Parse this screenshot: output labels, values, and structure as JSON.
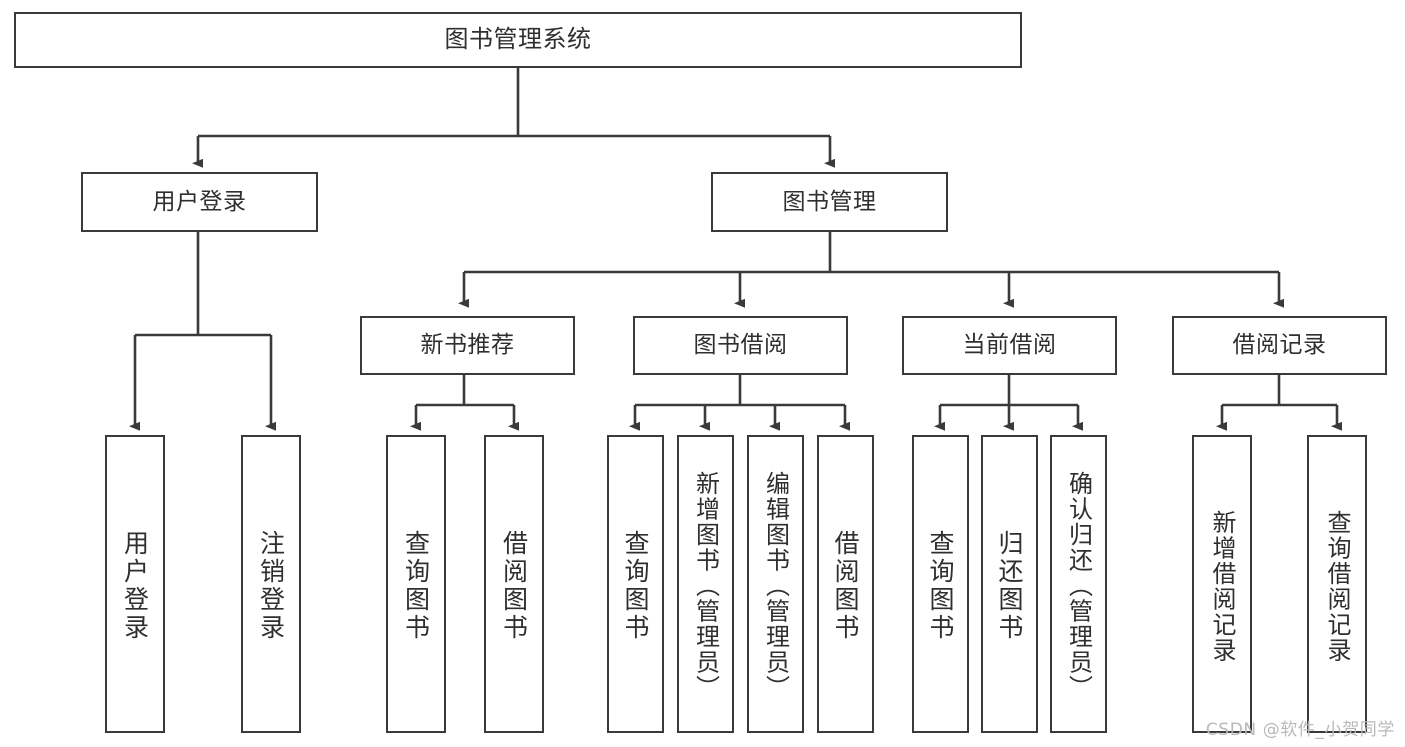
{
  "diagram": {
    "title": "图书管理系统",
    "root": {
      "label": "图书管理系统"
    },
    "level1": [
      {
        "label": "用户登录"
      },
      {
        "label": "图书管理"
      }
    ],
    "level2": [
      {
        "label": "新书推荐"
      },
      {
        "label": "图书借阅"
      },
      {
        "label": "当前借阅"
      },
      {
        "label": "借阅记录"
      }
    ],
    "leaves": {
      "user_login": [
        {
          "label": "用户登录"
        },
        {
          "label": "注销登录"
        }
      ],
      "new_book": [
        {
          "label": "查询图书"
        },
        {
          "label": "借阅图书"
        }
      ],
      "book_borrow": [
        {
          "label": "查询图书"
        },
        {
          "label": "新增图书（管理员）"
        },
        {
          "label": "编辑图书（管理员）"
        },
        {
          "label": "借阅图书"
        }
      ],
      "current_borrow": [
        {
          "label": "查询图书"
        },
        {
          "label": "归还图书"
        },
        {
          "label": "确认归还（管理员）"
        }
      ],
      "borrow_record": [
        {
          "label": "新增借阅记录"
        },
        {
          "label": "查询借阅记录"
        }
      ]
    }
  },
  "watermark": {
    "text": "CSDN @软件_小贺同学"
  },
  "colors": {
    "stroke": "#3a3a3a",
    "fill": "#ffffff",
    "text": "#2f2f2f",
    "watermark": "#b9b9b9"
  }
}
